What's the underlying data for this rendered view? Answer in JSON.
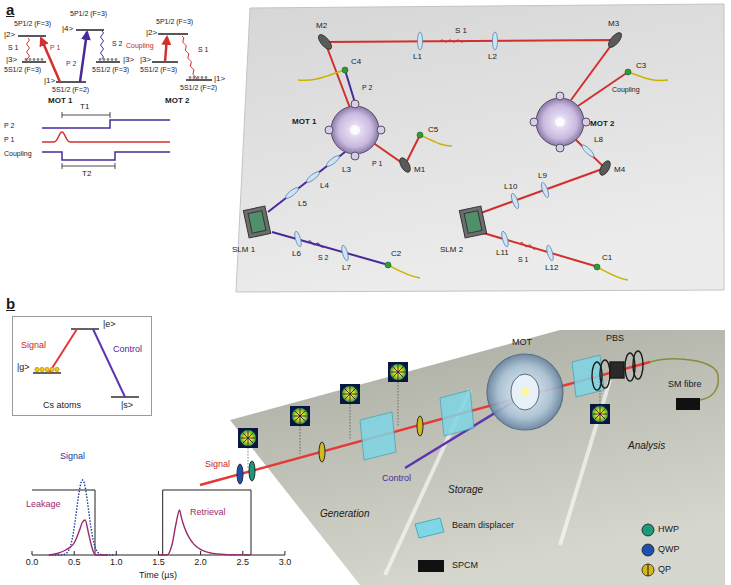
{
  "diagram": {
    "nodes": [
      {
        "text": [
          "|e>",
          "Signal",
          "Control",
          "|g>",
          "|s>",
          "Cs atoms"
        ]
      }
    ],
    "labels": [
      "a",
      "5P1/2 (F=3)",
      "|2>",
      "5P1/2 (F=3)",
      "|4>",
      "P 1",
      "S 1",
      "P 2",
      "S 2",
      "|3>",
      "5S1/2 (F=3)",
      "|1>",
      "5S1/2 (F=2)",
      "|3>",
      "5S1/2 (F=3)",
      "MOT 1",
      "|2>",
      "5P1/2 (F=3)",
      "Coupling",
      "S 1",
      "|3>",
      "5S1/2 (F=3)",
      "|1>",
      "5S1/2 (F=2)",
      "MOT 2",
      "T1",
      "P 2",
      "P 1",
      "Coupling",
      "T2",
      "M2",
      "S 1",
      "M3",
      "C4",
      "L1",
      "L2",
      "C3",
      "P 2",
      "Coupling",
      "MOT 1",
      "MOT 2",
      "L3",
      "P 1",
      "C5",
      "M1",
      "L5",
      "L4",
      "L8",
      "L10",
      "L9",
      "M4",
      "L6",
      "S 2",
      "L7",
      "C2",
      "SLM 1",
      "L11",
      "S 1",
      "L12",
      "C1",
      "SLM 2",
      "b",
      "Signal",
      "Control",
      "MOT",
      "PBS",
      "SM fibre",
      "Analysis",
      "Storage",
      "Generation",
      "Signal",
      "Leakage",
      "Retrieval",
      "0.0",
      "0.5",
      "1.0",
      "1.5",
      "2.0",
      "2.5",
      "3.0",
      "Time (µs)"
    ],
    "legend": [
      {
        "text": "Beam displacer"
      },
      {
        "text": "SPCM"
      },
      {
        "text": "HWP"
      },
      {
        "text": "QWP"
      },
      {
        "text": "QP"
      }
    ]
  }
}
